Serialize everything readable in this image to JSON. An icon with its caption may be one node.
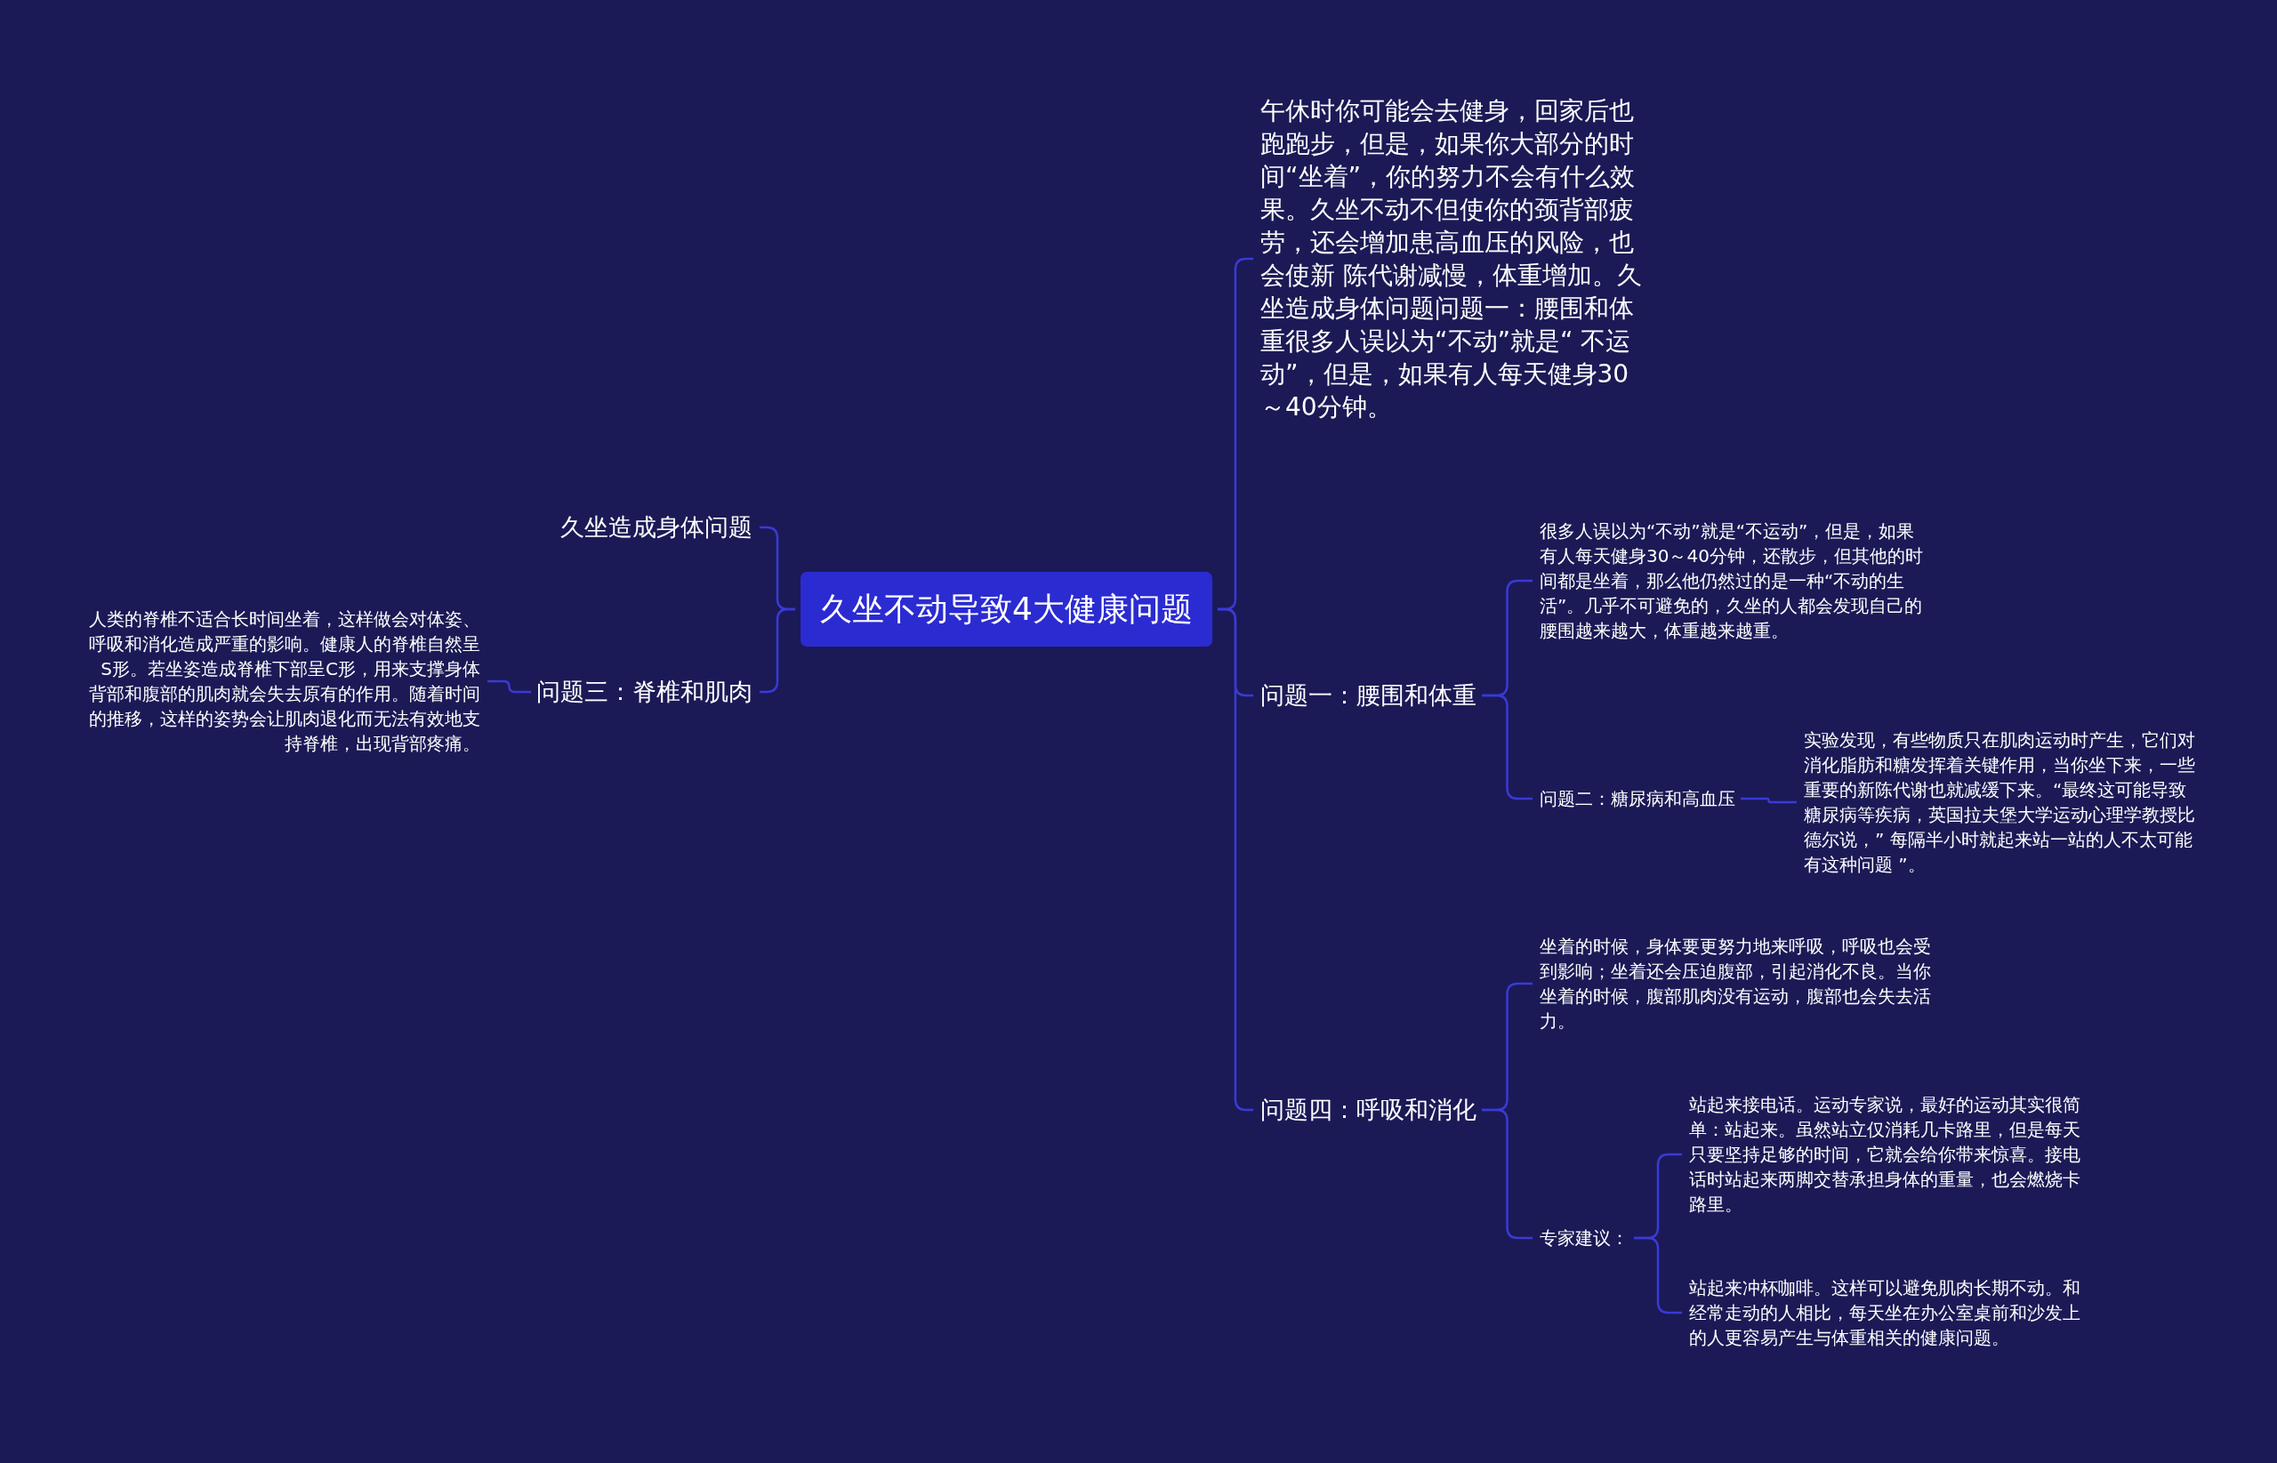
{
  "diagram": {
    "nodes": [
      {
        "text": [
          "久坐不动导致4大健康问题"
        ]
      },
      {
        "text": [
          "久坐造成身体问题"
        ]
      },
      {
        "text": [
          "问题三：脊椎和肌肉"
        ]
      },
      {
        "text": [
          "人类的脊椎不适合长时间坐着，这样做会对体姿、呼吸和消化造成严重的影响。健康人的脊椎自然呈S形。若坐姿造成脊椎下部呈C形，用来支撑身体背部和腹部的肌肉就会失去原有的作用。随着时间的推移，这样的姿势会让肌肉退化而无法有效地支持脊椎，出现背部疼痛。"
        ]
      },
      {
        "text": [
          "午休时你可能会去健身，回家后也跑跑步，但是，如果你大部分的时间“坐着”，你的努力不会有什么效果。久坐不动不但使你的颈背部疲劳，还会增加患高血压的风险，也会使新 陈代谢减慢，体重增加。久坐造成身体问题问题一：腰围和体重很多人误以为“不动”就是“ 不运动”，但是，如果有人每天健身30～40分钟。"
        ]
      },
      {
        "text": [
          "问题一：腰围和体重"
        ]
      },
      {
        "text": [
          "很多人误以为“不动”就是“不运动”，但是，如果有人每天健身30～40分钟，还散步，但其他的时间都是坐着，那么他仍然过的是一种“不动的生活”。几乎不可避免的，久坐的人都会发现自己的腰围越来越大，体重越来越重。"
        ]
      },
      {
        "text": [
          "问题二：糖尿病和高血压"
        ]
      },
      {
        "text": [
          "实验发现，有些物质只在肌肉运动时产生，它们对消化脂肪和糖发挥着关键作用，当你坐下来，一些重要的新陈代谢也就减缓下来。“最终这可能导致糖尿病等疾病，英国拉夫堡大学运动心理学教授比德尔说，” 每隔半小时就起来站一站的人不太可能有这种问题 ”。"
        ]
      },
      {
        "text": [
          "问题四：呼吸和消化"
        ]
      },
      {
        "text": [
          "坐着的时候，身体要更努力地来呼吸，呼吸也会受到影响；坐着还会压迫腹部，引起消化不良。当你坐着的时候，腹部肌肉没有运动，腹部也会失去活力。"
        ]
      },
      {
        "text": [
          "专家建议："
        ]
      },
      {
        "text": [
          "站起来接电话。运动专家说，最好的运动其实很简单：站起来。虽然站立仅消耗几卡路里，但是每天只要坚持足够的时间，它就会给你带来惊喜。接电话时站起来两脚交替承担身体的重量，也会燃烧卡路里。"
        ]
      },
      {
        "text": [
          "站起来冲杯咖啡。这样可以避免肌肉长期不动。和经常走动的人相比，每天坐在办公室桌前和沙发上的人更容易产生与体重相关的健康问题。"
        ]
      }
    ],
    "edges": [
      {
        "from": 0,
        "to": 1,
        "arrow": "none"
      },
      {
        "from": 0,
        "to": 2,
        "arrow": "none"
      },
      {
        "from": 2,
        "to": 3,
        "arrow": "none"
      },
      {
        "from": 0,
        "to": 4,
        "arrow": "none"
      },
      {
        "from": 0,
        "to": 5,
        "arrow": "none"
      },
      {
        "from": 5,
        "to": 6,
        "arrow": "none"
      },
      {
        "from": 5,
        "to": 7,
        "arrow": "none"
      },
      {
        "from": 7,
        "to": 8,
        "arrow": "none"
      },
      {
        "from": 0,
        "to": 9,
        "arrow": "none"
      },
      {
        "from": 9,
        "to": 10,
        "arrow": "none"
      },
      {
        "from": 9,
        "to": 11,
        "arrow": "none"
      },
      {
        "from": 11,
        "to": 12,
        "arrow": "none"
      },
      {
        "from": 11,
        "to": 13,
        "arrow": "none"
      }
    ]
  }
}
